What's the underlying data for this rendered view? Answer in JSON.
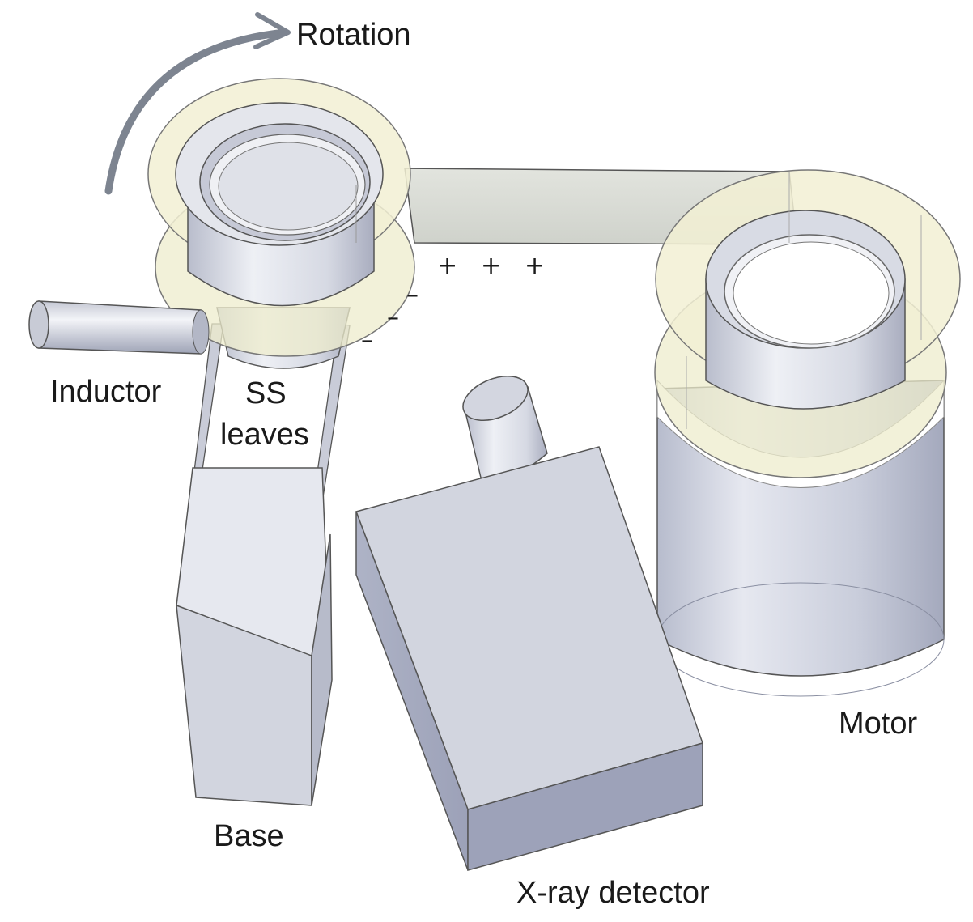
{
  "labels": {
    "rotation": "Rotation",
    "inductor": "Inductor",
    "ss_line1": "SS",
    "ss_line2": "leaves",
    "base": "Base",
    "xray": "X-ray detector",
    "motor": "Motor"
  },
  "charges": {
    "plus": "+",
    "minus": "–"
  },
  "colors": {
    "ring": "#efeccc",
    "metal_light": "#eceef3",
    "metal_mid": "#c9ccd8",
    "metal_dark": "#8f94a9",
    "belt": "#dcdfd8",
    "arrow": "#7d8490"
  }
}
